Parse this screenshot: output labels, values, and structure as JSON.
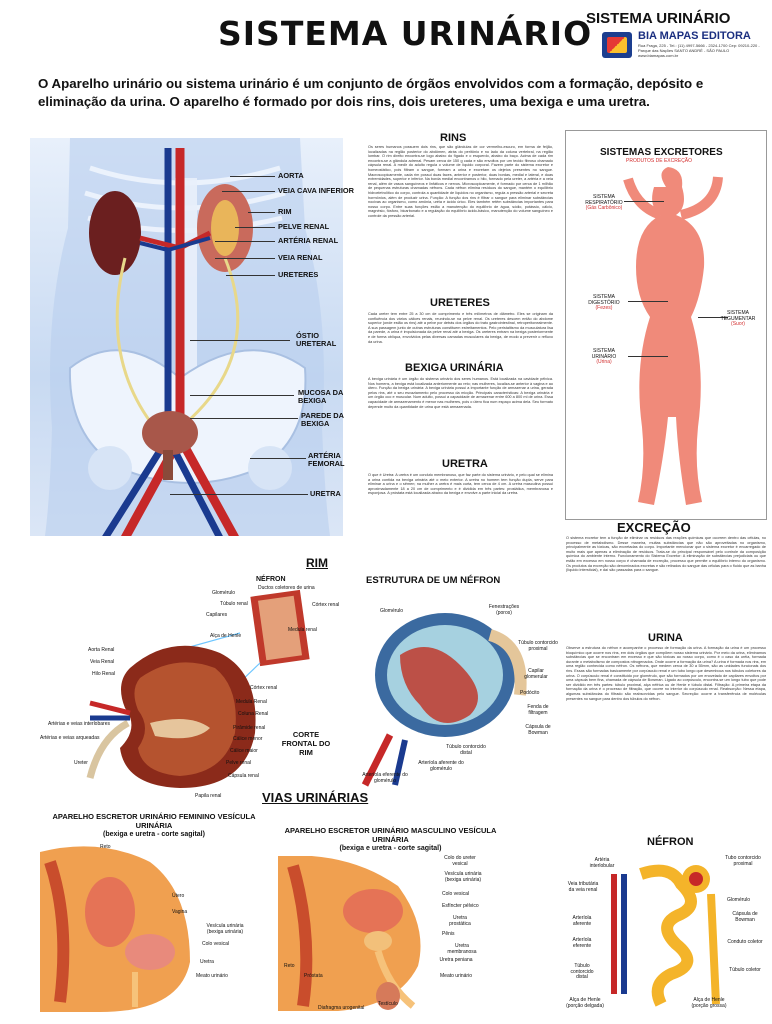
{
  "header": {
    "title": "SISTEMA URINÁRIO",
    "publisher_title": "SISTEMA URINÁRIO",
    "publisher_name": "BIA MAPAS EDITORA",
    "publisher_address": "Rua Fraga, 225 - Tel.: (11) 4997-5666 - 2324-1700 Cep: 09210-220 - Parque das Nações SANTO ANDRÉ - SÃO PAULO",
    "publisher_site": "www.biamapas.com.br"
  },
  "intro": "O Aparelho urinário ou sistema urinário é um conjunto de órgãos envolvidos com a formação, depósito e eliminação da urina. O aparelho é formado por dois rins, dois ureteres, uma bexiga e uma uretra.",
  "body_labels": {
    "aorta": "AORTA",
    "veia_cava": "VEIA CAVA INFERIOR",
    "rim": "RIM",
    "pelve": "PELVE RENAL",
    "arteria_renal": "ARTÉRIA RENAL",
    "veia_renal": "VEIA RENAL",
    "ureteres": "URETERES",
    "ostio": "ÓSTIO URETERAL",
    "mucosa": "MUCOSA DA BEXIGA",
    "parede": "PAREDE DA BEXIGA",
    "arteria_femoral": "ARTÉRIA FEMORAL",
    "uretra": "URETRA"
  },
  "text_sections": {
    "rins_title": "RINS",
    "rins_text": "Os seres humanos possuem dois rins, que são glândulas de cor vermelho-escuro, em forma de feijão, localizadas na região posterior do abdômen, atrás do peritônio e no lado da coluna vertebral, na região lombar. O rim direito encontra-se logo abaixo do fígado e o esquerdo, abaixo do baço. Acima de cada rim encontra-se a glândula adrenal. Pesam cerca de 150 g cada e são envoltos por um tecido fibroso chamado cápsula renal. A medir do adulto regula o volume de líquido corporal. Fazem parte do sistema excretor e homeostático, pois filtram o sangue, formam a urina e excretam os dejetos presentes no sangue. Macroscopicamente, cada rim possui duas faces, anterior e posterior, duas bordas, medial e lateral, e duas extremidades, superior e inferior. Na borda medial encontramos o hilo, formado pela ureter, a artéria e a veia renal, além de vasos sanguíneos e linfáticos e nervos. Microscopicamente, é formado por cerca de 1 milhão de pequenas estruturas chamadas néfrons. Cada néfron elimina resíduos do sangue, mantém o equilíbrio hidroeletrolítico do corpo, controla a quantidade de líquidos no organismo, regula a pressão arterial e secreta hormônios, além de produzir urina. Função: A função dos rins é filtrar o sangue para eliminar substâncias nocivas ao organismo, como amônia, uréia e ácido úrico. Eles também retêm substâncias importantes para nosso corpo. Entre suas funções estão a manutenção do equilíbrio de água, sódio, potássio, cálcio, magnésio, fósforo, bicarbonato e a regulação do equilíbrio ácido-básico, manutenção do volume sanguíneo e controle da pressão arterial.",
    "ureteres_title": "URETERES",
    "ureteres_text": "Cada ureter tem entre 25 a 30 cm de comprimento e três milímetros de diâmetro. Eles se originam da confluência dos vários cálices renais, reunindo-se na pelve renal. Os ureteres descem então do abdome superior (onde estão os rins) até a pelve por detrás dos órgãos do trato gastrointestinal, retroperitonealmente. A sua passagem junto de outras estruturas constituem estreitamentos. Pelo peristaltismo da musculatura lisa da parede, a urina é impulsionada da pelve renal até a bexiga. Os ureteres entram na bexiga posteriormente e de forma oblíqua, envolvidos pelas diversas camadas musculares da bexiga, de modo a prevenir o refluxo da urina.",
    "bexiga_title": "BEXIGA URINÁRIA",
    "bexiga_text": "A bexiga urinária é um órgão do sistema urinário dos seres humanos. Está localizada na cavidade pélvica. Nos homens, a bexiga está localizada anteriormente ao reto; nas mulheres, localiza-se anterior à vagina e ao útero. Função da bexiga urinária: A bexiga urinária possui a importante função de armazenar a urina, gerada pelos rins, até o seu esvaziamento pelo processo da micção. Principais características: A bexiga urinária é um órgão oco e muscular. Num adulto, possui a capacidade de armazenar entre 600 a 800 ml de urina. Essa capacidade de armazenamento é menor nas mulheres, pois o útero fica num espaço acima dela. Seu formato depende muito da quantidade de urina que está armazenada.",
    "uretra_title": "URETRA",
    "uretra_text": "O que é Uretra: A uretra é um conduto membranoso, que faz parte do sistema urinário, e pelo qual se elimina a urina contida na bexiga urinária até o meio exterior. A uretra no homem tem função dupla, serve para eliminar a urina e o sêmen; na mulher a uretra é mais curta, tem cerca de 4 cm. A uretra masculina possui aproximadamente 18 a 20 cm de comprimento e é dividida em três partes: prostática, membranosa e esponjosa. A próstata está localizada abaixo da bexiga e envolve a parte inicial da uretra."
  },
  "excretores": {
    "title": "SISTEMAS EXCRETORES",
    "subtitle": "PRODUTOS DE EXCREÇÃO",
    "respiratorio": "SISTEMA RESPIRATÓRIO",
    "respiratorio_prod": "(Gás Carbônico)",
    "digestorio": "SISTEMA DIGESTÓRIO",
    "digestorio_prod": "(Fezes)",
    "tegumentar": "SISTEMA TEGUMENTAR",
    "tegumentar_prod": "(Suor)",
    "urinario": "SISTEMA URINÁRIO",
    "urinario_prod": "(Urina)"
  },
  "excrecao": {
    "title": "EXCREÇÃO",
    "text": "O sistema excretor tem a função de eliminar os resíduos das reações químicas que ocorrem dentro das células, no processo de metabolismo. Desse maneira, muitas substâncias que não são aproveitadas no organismo, principalmente as tóxicas, são excretadas do corpo. Importante mencionar que o sistema excretor é encarregado de muito mais que apenas a eliminação de resíduos. Trata-se do principal responsável pelo controle da composição química do ambiente interno. Funcionamento do Sistema Excretor: A eliminação de substâncias prejudiciais ou que estão em excesso em nosso corpo é chamada de excreção, processo que permite o equilíbrio interno do organismo. Os produtos da excreção são denominados excretas e são retirados do sangue das células para o fluido que as banha (líquido intersticial), e daí são passadas para o sangue."
  },
  "urina": {
    "title": "URINA",
    "text": "Observe a estrutura do néfron e acompanhe o processo de formação da urina. A formação da urina é um processo bioquímico que ocorre nos rins, em dois órgãos que compõem nosso sistema urinário. Por meio da urina, eliminamos substâncias que se encontram em excesso e que são tóxicas ao nosso corpo, como é o caso da uréia, formada durante o metabolismo de compostos nitrogenados. Onde ocorre a formação da urina? A urina é formada nos rins, em uma região conhecida como néfron. Os néfrons, que medem cerca de 30 a 55mm, são as unidades funcionais dos rins. Essas são formadas basicamente por corpúsculo renal e um tubo longo que desemboca nos túbulos coletores da urina. O corpúsculo renal é constituído por glomérulo, que são formados por um enovelado de capilares envoltos por uma cápsula bem fina, chamada de cápsula de Bowman. Ligado ao corpúsculo, encontra-se um longo tubo que pode ser dividido em três partes: túbulo proximal, alça néfrica ou de Henle e túbulo distal. Filtração: A primeira etapa da formação da urina é o processo de filtração, que ocorre no interior do corpúsculo renal. Reabsorção: Nessa etapa, algumas substâncias do filtrado são reabsorvidas pelo sangue. Secreção: ocorre a transferência de moléculas presentes no sangue para dentro dos túbulos do néfron."
  },
  "rim_panel": {
    "title": "RIM",
    "nefron_label": "NÉFRON",
    "corte": "CORTE FRONTAL DO RIM",
    "left_labels": [
      "Aorta Renal",
      "Veia Renal",
      "Hilo Renal",
      "Artérias e veias interlobares",
      "Artérias e veias arqueadas",
      "Ureter"
    ],
    "right_labels": [
      "Córtex renal",
      "Medula Renal",
      "Coluna Renal",
      "Pirâmide renal",
      "Cálice menor",
      "Cálice maior",
      "Pelve renal",
      "Cápsula renal",
      "Papila renal"
    ],
    "top_labels": [
      "Glomérulo",
      "Túbulo renal",
      "Capilares",
      "Alça de Henle",
      "Ductos coletores de urina",
      "Córtex renal",
      "Medula renal"
    ]
  },
  "estrutura": {
    "title": "ESTRUTURA DE UM NÉFRON",
    "labels": [
      "Glomérulo",
      "Fenestrações (poros)",
      "Túbulo contorcido proximal",
      "Capilar glomerular",
      "Podócito",
      "Fenda de filtragem",
      "Cápsula de Bowman",
      "Túbulo contorcido distal",
      "Arteríola eferente do glomérulo",
      "Arteríola aferente do glomérulo"
    ]
  },
  "vias": {
    "title": "VIAS URINÁRIAS",
    "fem_title": "APARELHO ESCRETOR URINÁRIO FEMININO VESÍCULA URINÁRIA",
    "fem_sub": "(bexiga e uretra - corte sagital)",
    "fem_labels": [
      "Reto",
      "Útero",
      "Vagina",
      "Vesícula urinária (bexiga urinária)",
      "Colo vesical",
      "Uretra",
      "Meato urinário"
    ],
    "masc_title": "APARELHO ESCRETOR URINÁRIO MASCULINO VESÍCULA URINÁRIA",
    "masc_sub": "(bexiga e uretra - corte sagital)",
    "masc_labels": [
      "Colo do ureter vesical",
      "Vesícula urinária (bexiga urinária)",
      "Colo vesical",
      "Esfíncter pélvico",
      "Uretra prostática",
      "Pênis",
      "Uretra membranosa",
      "Uretra peniana",
      "Meato urinário",
      "Reto",
      "Próstata",
      "Testículo",
      "Diafragma urogenital"
    ]
  },
  "nefron2": {
    "title": "NÉFRON",
    "labels": [
      "Artéria interlobular",
      "Veia tributária da veia renal",
      "Arteríola aferente",
      "Arteríola eferente",
      "Túbulo contorcido distal",
      "Alça de Henle (porção delgada)",
      "Tubo contorcido proximal",
      "Glomérulo",
      "Cápsula de Bowman",
      "Conduto coletor",
      "Túbulo coletor",
      "Alça de Henle (porção grossa)"
    ]
  }
}
